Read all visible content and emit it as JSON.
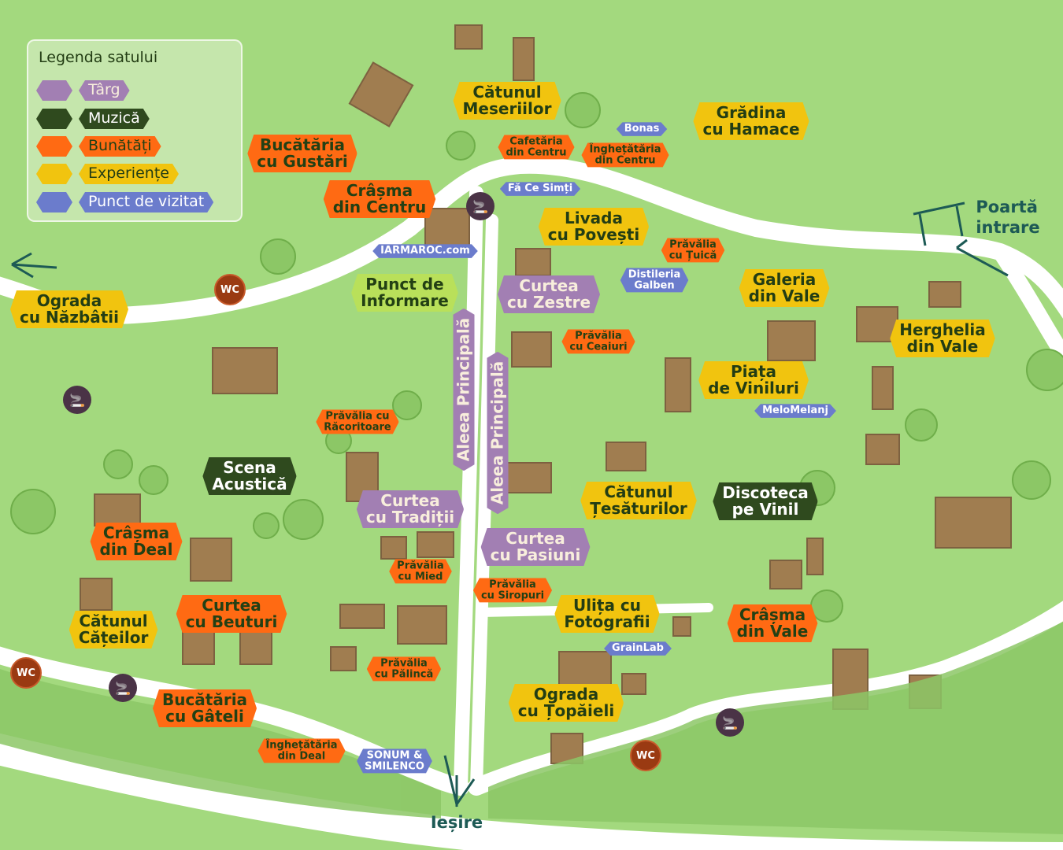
{
  "colors": {
    "experience": "#f1c40f",
    "food": "#ff6a13",
    "visit": "#6b7ccc",
    "market": "#a27fb3",
    "music": "#2f4a1e",
    "grass": "#a3d97e",
    "road": "#ffffff"
  },
  "legend": {
    "title": "Legenda satului",
    "items": [
      {
        "label": "Târg",
        "category": "market"
      },
      {
        "label": "Muzică",
        "category": "music"
      },
      {
        "label": "Bunătăți",
        "category": "food"
      },
      {
        "label": "Experiențe",
        "category": "exp"
      },
      {
        "label": "Punct de vizitat",
        "category": "visit"
      }
    ]
  },
  "labels": [
    {
      "text": "Cătunul\nMeseriilor",
      "category": "exp"
    },
    {
      "text": "Grădina\ncu Hamace",
      "category": "exp"
    },
    {
      "text": "Livada\ncu Povești",
      "category": "exp"
    },
    {
      "text": "Punct de\nInformare",
      "category": "info"
    },
    {
      "text": "Galeria\ndin Vale",
      "category": "exp"
    },
    {
      "text": "Herghelia\ndin Vale",
      "category": "exp"
    },
    {
      "text": "Piața\nde Viniluri",
      "category": "exp"
    },
    {
      "text": "Cătunul\nȚesăturilor",
      "category": "exp"
    },
    {
      "text": "Ulița cu\nFotografii",
      "category": "exp"
    },
    {
      "text": "Ograda\ncu Țopăieli",
      "category": "exp"
    },
    {
      "text": "Ograda\ncu Năzbâtii",
      "category": "exp"
    },
    {
      "text": "Cătunul\nCățeilor",
      "category": "exp"
    },
    {
      "text": "Bucătăria\ncu Gustări",
      "category": "food"
    },
    {
      "text": "Crâșma\ndin Centru",
      "category": "food"
    },
    {
      "text": "Cafetăria\ndin Centru",
      "category": "food"
    },
    {
      "text": "Înghețătăria\ndin Centru",
      "category": "food"
    },
    {
      "text": "Prăvălia\ncu Țuică",
      "category": "food"
    },
    {
      "text": "Prăvălia\ncu Ceaiuri",
      "category": "food"
    },
    {
      "text": "Prăvălia cu\nRăcoritoare",
      "category": "food"
    },
    {
      "text": "Crâșma\ndin Deal",
      "category": "food"
    },
    {
      "text": "Prăvălia\ncu Mied",
      "category": "food"
    },
    {
      "text": "Prăvălia\ncu Siropuri",
      "category": "food"
    },
    {
      "text": "Curtea\ncu Beuturi",
      "category": "food"
    },
    {
      "text": "Prăvălia\ncu Pălincă",
      "category": "food"
    },
    {
      "text": "Bucătăria\ncu Gâteli",
      "category": "food"
    },
    {
      "text": "Înghețătăria\ndin Deal",
      "category": "food"
    },
    {
      "text": "Crâșma\ndin Vale",
      "category": "food"
    },
    {
      "text": "Bonas",
      "category": "visit"
    },
    {
      "text": "Fă Ce Simți",
      "category": "visit"
    },
    {
      "text": "IARMAROC.com",
      "category": "visit"
    },
    {
      "text": "Distileria\nGalben",
      "category": "visit"
    },
    {
      "text": "MeloMelanj",
      "category": "visit"
    },
    {
      "text": "GrainLab",
      "category": "visit"
    },
    {
      "text": "SONUM &\nSMILENCO",
      "category": "visit"
    },
    {
      "text": "Curtea\ncu Zestre",
      "category": "market"
    },
    {
      "text": "Curtea\ncu Tradiții",
      "category": "market"
    },
    {
      "text": "Curtea\ncu Pasiuni",
      "category": "market"
    },
    {
      "text": "Aleea Principală",
      "category": "market"
    },
    {
      "text": "Aleea Principală",
      "category": "market"
    },
    {
      "text": "Scena\nAcustică",
      "category": "music"
    },
    {
      "text": "Discoteca\npe Vinil",
      "category": "music"
    }
  ],
  "entrance": "Poartă\nintrare",
  "exit": "Ieșire",
  "wc_label": "WC",
  "smoking_icon": "smoking-area-icon"
}
